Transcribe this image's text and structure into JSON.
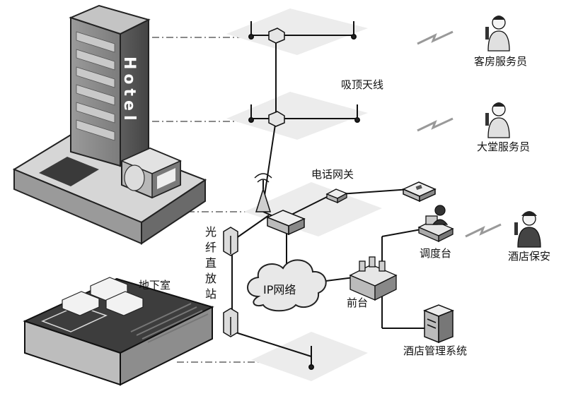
{
  "diagram": {
    "hotel_sign": "Hotel",
    "labels": {
      "ceiling_antenna": "吸顶天线",
      "room_staff": "客房服务员",
      "lobby_staff": "大堂服务员",
      "phone_gateway": "电话网关",
      "fiber_repeater": "光纤直放站",
      "basement": "地下室",
      "ip_network": "IP网络",
      "front_desk": "前台",
      "dispatch_desk": "调度台",
      "hotel_security": "酒店保安",
      "hotel_mgmt_system": "酒店管理系统"
    }
  }
}
